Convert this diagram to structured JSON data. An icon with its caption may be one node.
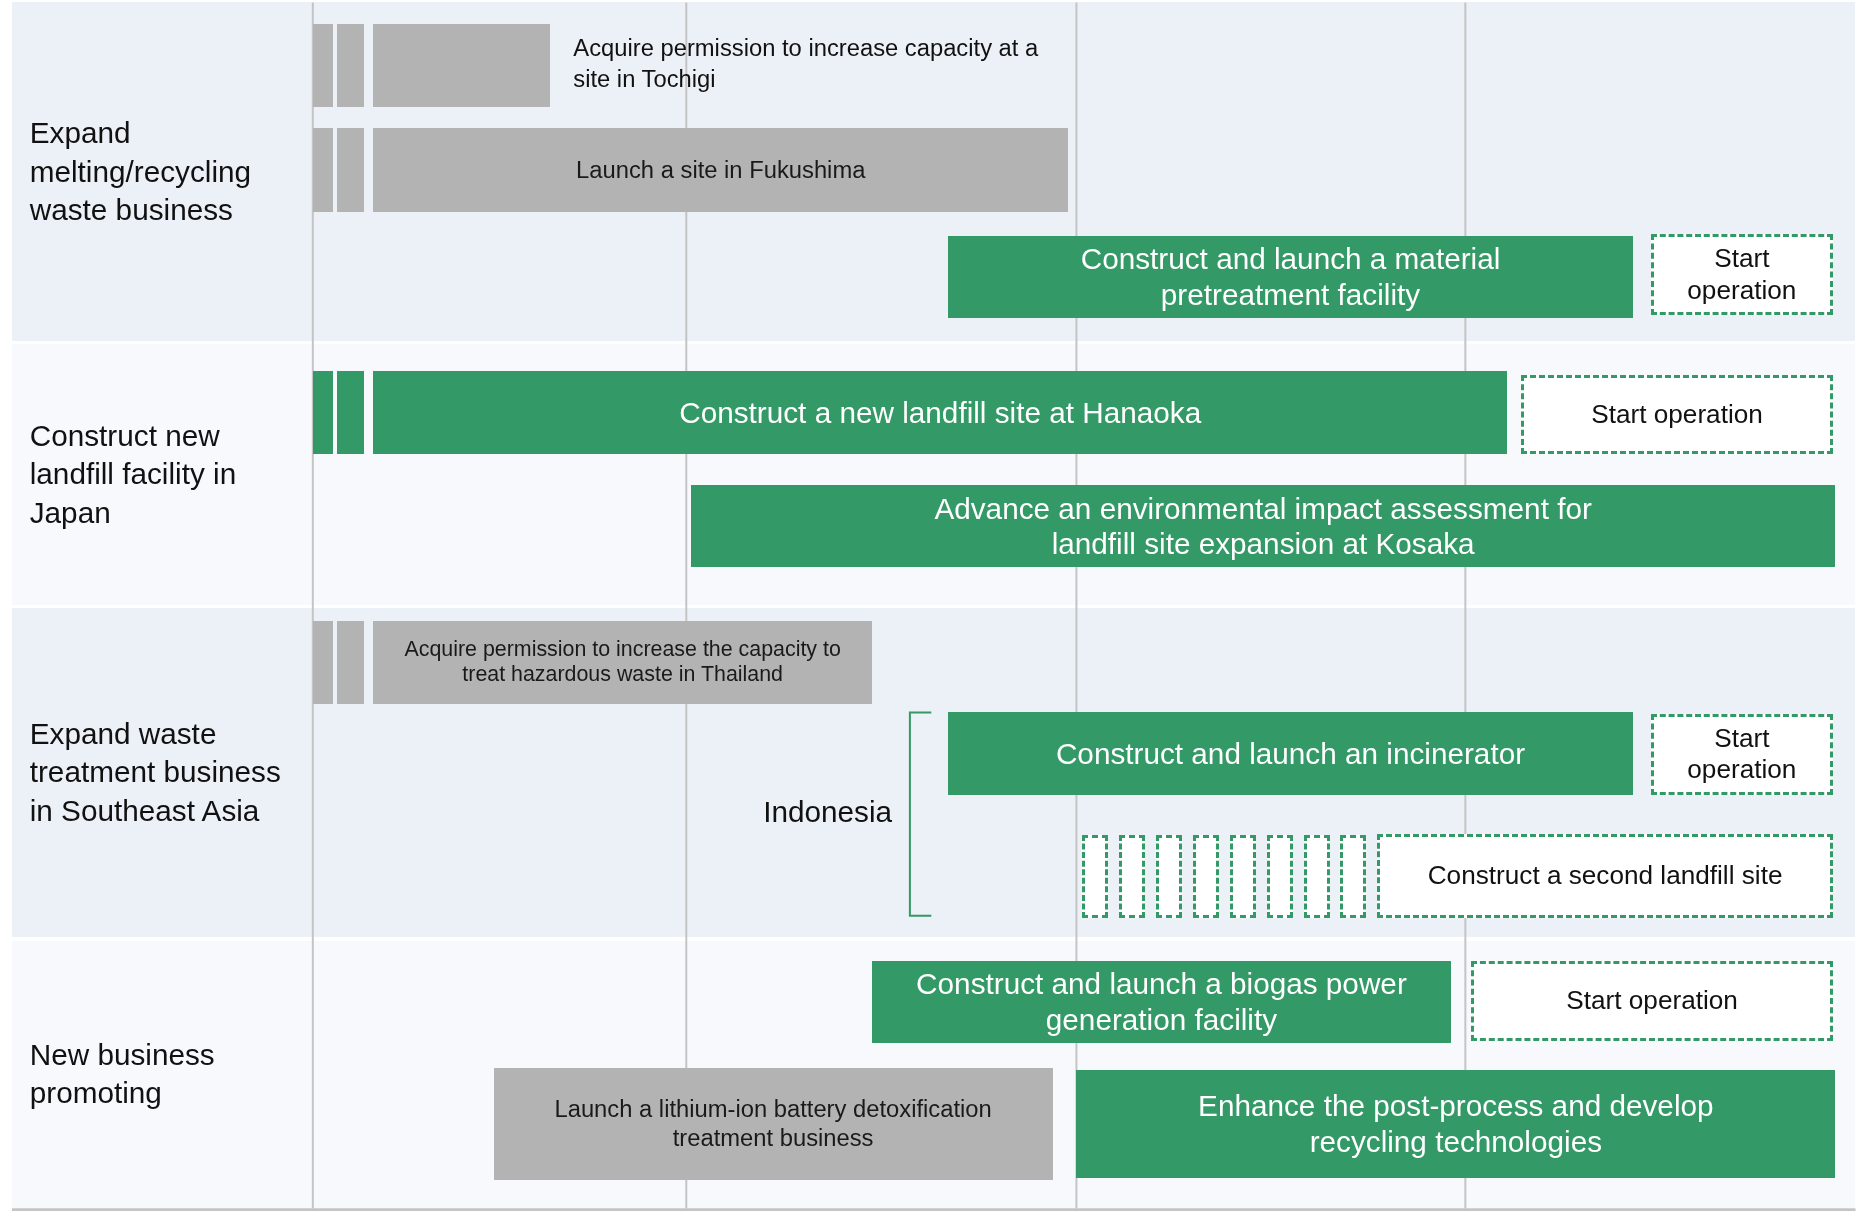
{
  "diagram": {
    "nodes": [
      {
        "text": [
          "Expand melting/recycling waste business"
        ]
      },
      {
        "text": [],
        "shape": "bar",
        "in": 0
      },
      {
        "text": [],
        "shape": "bar",
        "in": 0
      },
      {
        "text": [],
        "shape": "bar",
        "in": 0,
        "beside": [
          "Acquire permission to increase capacity at a site in Tochigi"
        ]
      },
      {
        "text": [],
        "shape": "bar",
        "in": 0
      },
      {
        "text": [],
        "shape": "bar",
        "in": 0
      },
      {
        "text": [
          "Launch a site in Fukushima"
        ],
        "in": 0
      },
      {
        "text": [
          "Construct and launch a material pretreatment facility"
        ],
        "in": 0
      },
      {
        "text": [
          "Start operation"
        ],
        "in": 0
      },
      {
        "text": [
          "Construct new landfill facility in Japan"
        ]
      },
      {
        "text": [],
        "shape": "bar",
        "in": 9
      },
      {
        "text": [],
        "shape": "bar",
        "in": 9
      },
      {
        "text": [
          "Construct a new landfill site at Hanaoka"
        ],
        "in": 9
      },
      {
        "text": [
          "Start operation"
        ],
        "in": 9
      },
      {
        "text": [
          "Advance an environmental impact assessment for landfill site expansion at Kosaka"
        ],
        "in": 9
      },
      {
        "text": [
          "Expand waste treatment business in Southeast Asia"
        ]
      },
      {
        "text": [],
        "shape": "bar",
        "in": 15
      },
      {
        "text": [],
        "shape": "bar",
        "in": 15
      },
      {
        "text": [
          "Acquire permission to increase the capacity to treat hazardous waste in Thailand"
        ],
        "in": 15
      },
      {
        "text": [
          "Construct and launch an incinerator"
        ],
        "in": 15
      },
      {
        "text": [
          "Start operation"
        ],
        "in": 15
      },
      {
        "text": [],
        "shape": "box",
        "in": 15
      },
      {
        "text": [],
        "shape": "box",
        "in": 15
      },
      {
        "text": [],
        "shape": "box",
        "in": 15
      },
      {
        "text": [],
        "shape": "box",
        "in": 15
      },
      {
        "text": [],
        "shape": "box",
        "in": 15
      },
      {
        "text": [],
        "shape": "box",
        "in": 15
      },
      {
        "text": [],
        "shape": "box",
        "in": 15
      },
      {
        "text": [],
        "shape": "box",
        "in": 15
      },
      {
        "text": [
          "Construct a second landfill site"
        ],
        "in": 15
      },
      {
        "text": [
          "New business promoting"
        ]
      },
      {
        "text": [
          "Construct and launch a biogas power generation facility"
        ],
        "in": 30
      },
      {
        "text": [
          "Start operation"
        ],
        "in": 30
      },
      {
        "text": [
          "Launch a lithium-ion battery detoxification treatment business"
        ],
        "in": 30
      },
      {
        "text": [
          "Enhance the post-process and develop recycling technologies"
        ],
        "in": 30
      }
    ],
    "labels": [
      "Indonesia"
    ]
  }
}
